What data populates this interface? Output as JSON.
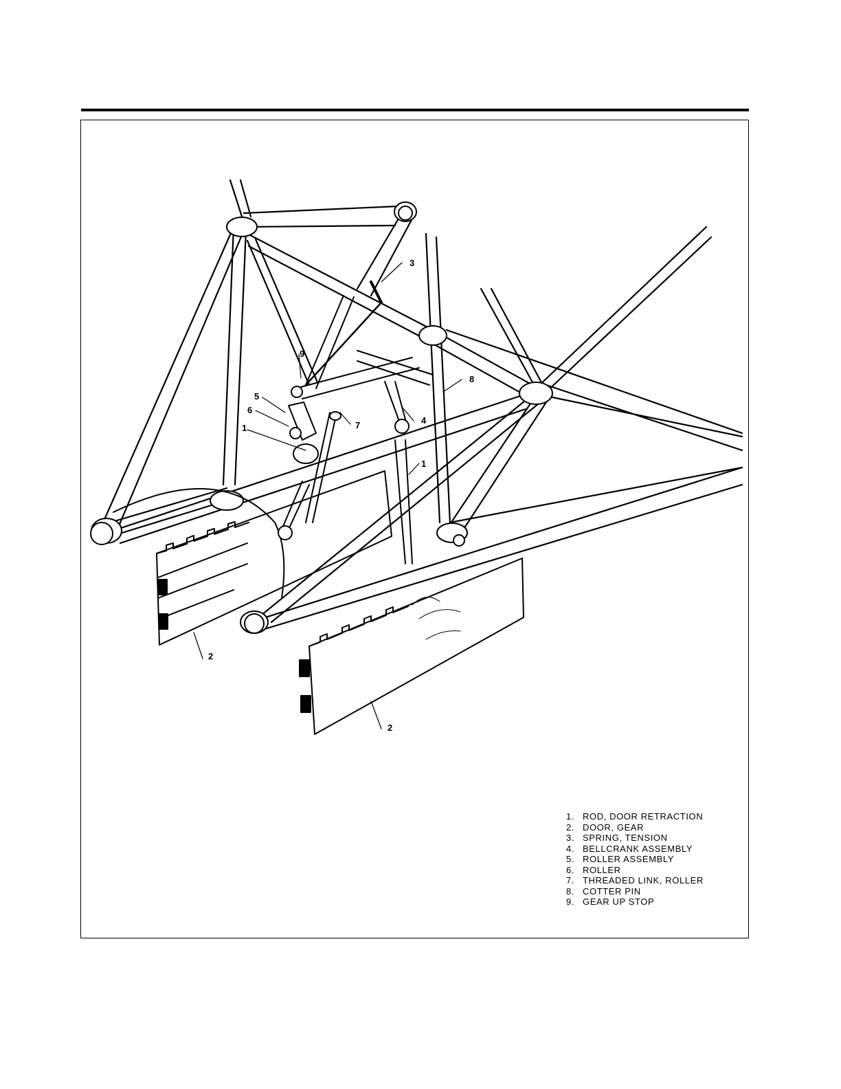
{
  "legend": {
    "items": [
      {
        "num": "1.",
        "text": "ROD, DOOR RETRACTION"
      },
      {
        "num": "2.",
        "text": "DOOR, GEAR"
      },
      {
        "num": "3.",
        "text": "SPRING, TENSION"
      },
      {
        "num": "4.",
        "text": "BELLCRANK ASSEMBLY"
      },
      {
        "num": "5.",
        "text": "ROLLER ASSEMBLY"
      },
      {
        "num": "6.",
        "text": "ROLLER"
      },
      {
        "num": "7.",
        "text": "THREADED LINK, ROLLER"
      },
      {
        "num": "8.",
        "text": "COTTER PIN"
      },
      {
        "num": "9.",
        "text": "GEAR UP STOP"
      }
    ]
  },
  "callouts": {
    "c1a": "1",
    "c1b": "1",
    "c2a": "2",
    "c2b": "2",
    "c3": "3",
    "c4": "4",
    "c5": "5",
    "c6": "6",
    "c7": "7",
    "c8": "8",
    "c9": "9"
  }
}
